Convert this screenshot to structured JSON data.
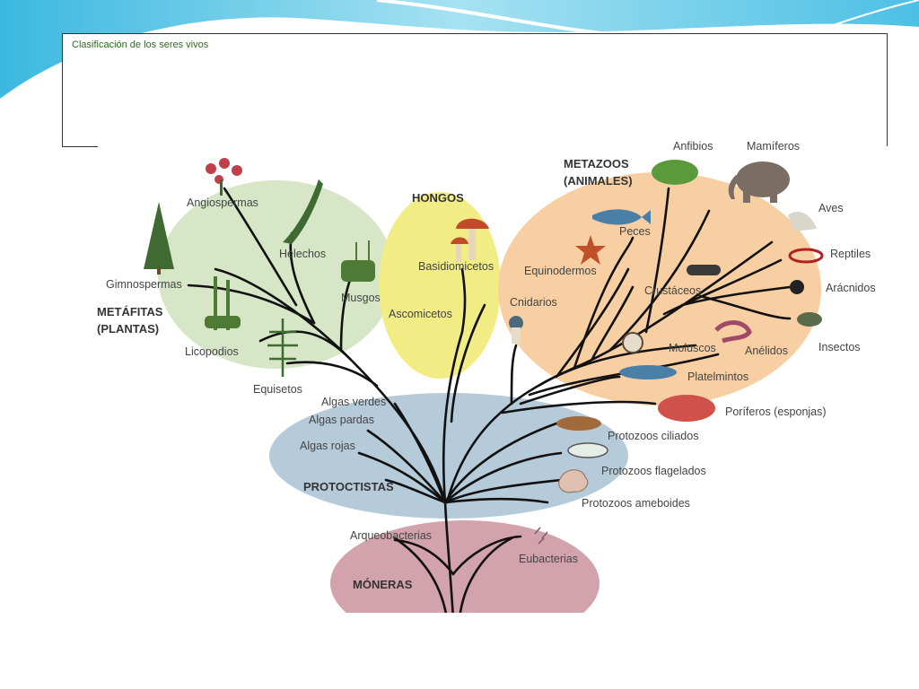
{
  "slide": {
    "title": "Clasificación de los seres vivos"
  },
  "diagram": {
    "groups": {
      "metafitas": [
        "METÁFITAS",
        "(PLANTAS)"
      ],
      "hongos": "HONGOS",
      "metazoos": [
        "METAZOOS",
        "(ANIMALES)"
      ],
      "protoctistas": "PROTOCTISTAS",
      "moneras": "MÓNERAS"
    },
    "labels": {
      "angiospermas": "Angiospermas",
      "gimnospermas": "Gimnospermas",
      "helechos": "Helechos",
      "musgos": "Musgos",
      "licopodios": "Licopodios",
      "equisetos": "Equisetos",
      "basidiomicetos": "Basidiomicetos",
      "ascomicetos": "Ascomicetos",
      "anfibios": "Anfibios",
      "mamiferos": "Mamíferos",
      "aves": "Aves",
      "reptiles": "Reptiles",
      "aracnidos": "Arácnidos",
      "insectos": "Insectos",
      "peces": "Peces",
      "equinodermos": "Equinodermos",
      "crustaceos": "Crustáceos",
      "cnidarios": "Cnidarios",
      "moluscos": "Moluscos",
      "anelidos": "Anélidos",
      "platelmintos": "Platelmintos",
      "poriferos": "Poríferos (esponjas)",
      "algas_verdes": "Algas verdes",
      "algas_pardas": "Algas pardas",
      "algas_rojas": "Algas rojas",
      "protozoos_ciliados": "Protozoos ciliados",
      "protozoos_flagelados": "Protozoos flagelados",
      "protozoos_ameboides": "Protozoos ameboides",
      "arqueobacterias": "Arqueobacterias",
      "eubacterias": "Eubacterias"
    },
    "colors": {
      "plantas": "#d6e6c6",
      "hongos": "#f1ec84",
      "animales": "#f8cfa3",
      "protoctistas": "#b6cbda",
      "moneras": "#d3a3ad",
      "branches": "#111111",
      "accent_wave": "#5bc6e6"
    }
  }
}
